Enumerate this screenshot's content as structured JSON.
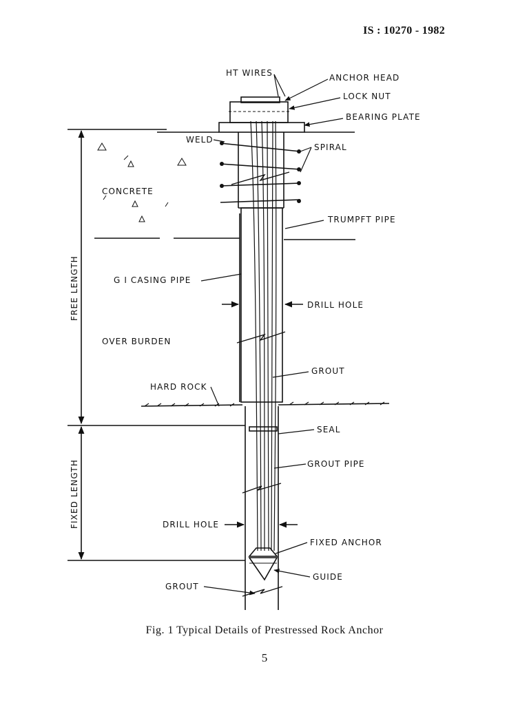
{
  "header": {
    "standard_number": "IS : 10270 - 1982"
  },
  "figure": {
    "labels": {
      "ht_wires": "HT WIRES",
      "anchor_head": "ANCHOR HEAD",
      "lock_nut": "LOCK NUT",
      "bearing_plate": "BEARING PLATE",
      "weld": "WELD",
      "spiral": "SPIRAL",
      "concrete": "CONCRETE",
      "trumpet_pipe": "TRUMPFT PIPE",
      "gi_casing_pipe": "G I CASING PIPE",
      "drill_hole_upper": "DRILL HOLE",
      "over_burden": "OVER BURDEN",
      "grout_upper": "GROUT",
      "hard_rock": "HARD ROCK",
      "seal": "SEAL",
      "grout_pipe": "GROUT PIPE",
      "drill_hole_lower": "DRILL HOLE",
      "fixed_anchor": "FIXED ANCHOR",
      "guide": "GUIDE",
      "grout_lower": "GROUT",
      "free_length": "FREE LENGTH",
      "fixed_length": "FIXED LENGTH"
    },
    "caption": "Fig. 1  Typical Details of Prestressed Rock Anchor"
  },
  "page_number": "5"
}
